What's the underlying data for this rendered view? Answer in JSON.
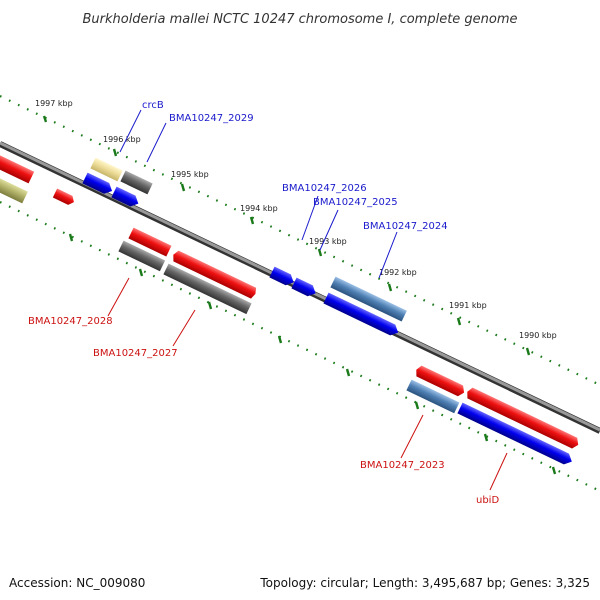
{
  "title": "Burkholderia mallei NCTC 10247 chromosome I, complete genome",
  "ticks": [
    "1997 kbp",
    "1996 kbp",
    "1995 kbp",
    "1994 kbp",
    "1993 kbp",
    "1992 kbp",
    "1991 kbp",
    "1990 kbp"
  ],
  "gene_labels": {
    "crcB": "crcB",
    "g2029": "BMA10247_2029",
    "g2026": "BMA10247_2026",
    "g2025": "BMA10247_2025",
    "g2024": "BMA10247_2024",
    "g2028": "BMA10247_2028",
    "g2027": "BMA10247_2027",
    "g2023": "BMA10247_2023",
    "ubiD": "ubiD"
  },
  "footer": {
    "accession": "Accession: NC_009080",
    "topology": "Topology: circular; Length: 3,495,687 bp; Genes: 3,325"
  },
  "colors": {
    "red": "#ee1111",
    "gray": "#666666",
    "blue": "#0000ee",
    "steelblue": "#4f80b4",
    "pale_yellow": "#eedd99",
    "olive": "#b3b36a",
    "tick_green": "#1a7a1a",
    "label_blue": "#1a1acc",
    "label_red": "#cc1111"
  }
}
